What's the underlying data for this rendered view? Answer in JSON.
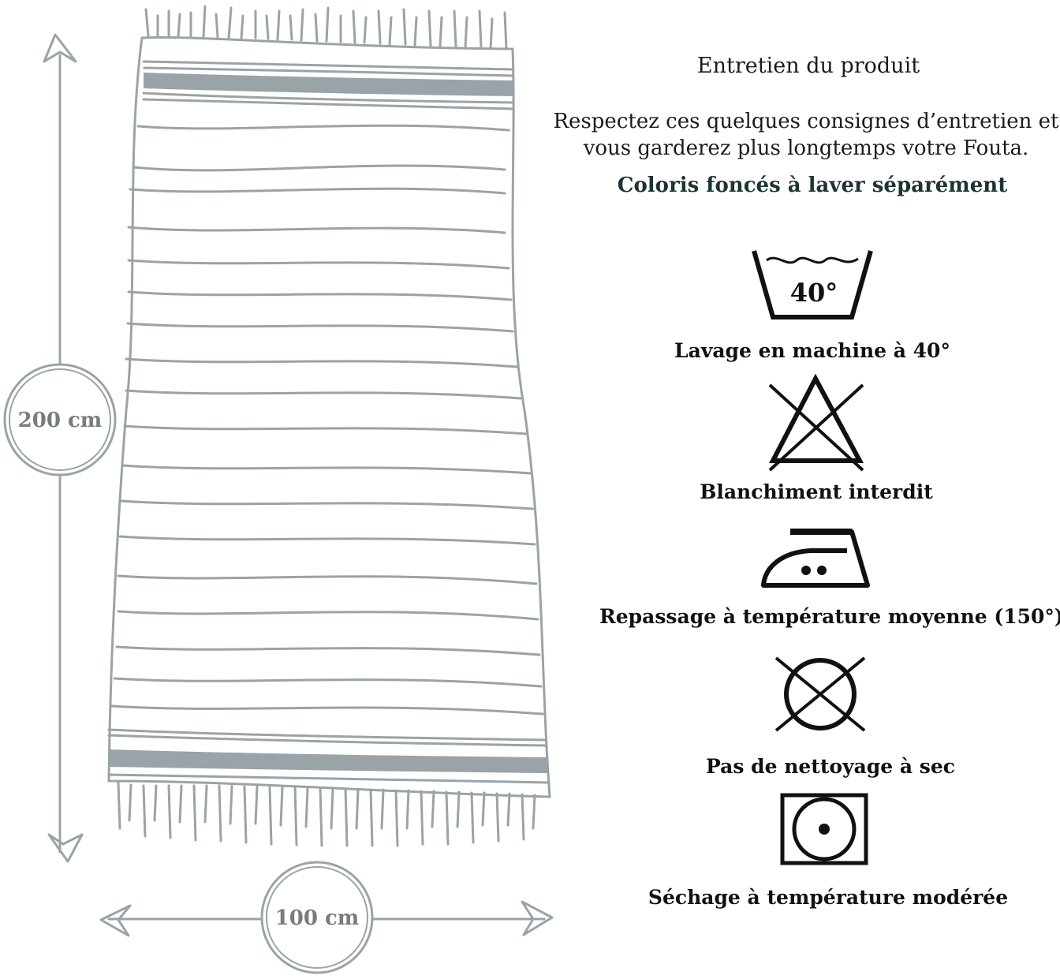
{
  "dimensions": {
    "height_label": "200 cm",
    "width_label": "100 cm"
  },
  "care": {
    "title": "Entretien du produit",
    "intro": "Respectez ces quelques consignes d’entretien et vous garderez plus longtemps votre Fouta.",
    "note": "Coloris foncés à laver séparément",
    "items": [
      {
        "icon": "wash-tub-icon",
        "symbol": "40°",
        "label": "Lavage en machine à 40°"
      },
      {
        "icon": "no-bleach-icon",
        "label": "Blanchiment interdit"
      },
      {
        "icon": "iron-two-dots-icon",
        "label": "Repassage à température moyenne (150°)"
      },
      {
        "icon": "no-dry-clean-icon",
        "label": "Pas de nettoyage à sec"
      },
      {
        "icon": "tumble-dry-low-icon",
        "label": "Séchage à température modérée"
      }
    ]
  },
  "colors": {
    "illustration": "#9aa3a7",
    "text": "#111111",
    "note": "#1e3333"
  }
}
